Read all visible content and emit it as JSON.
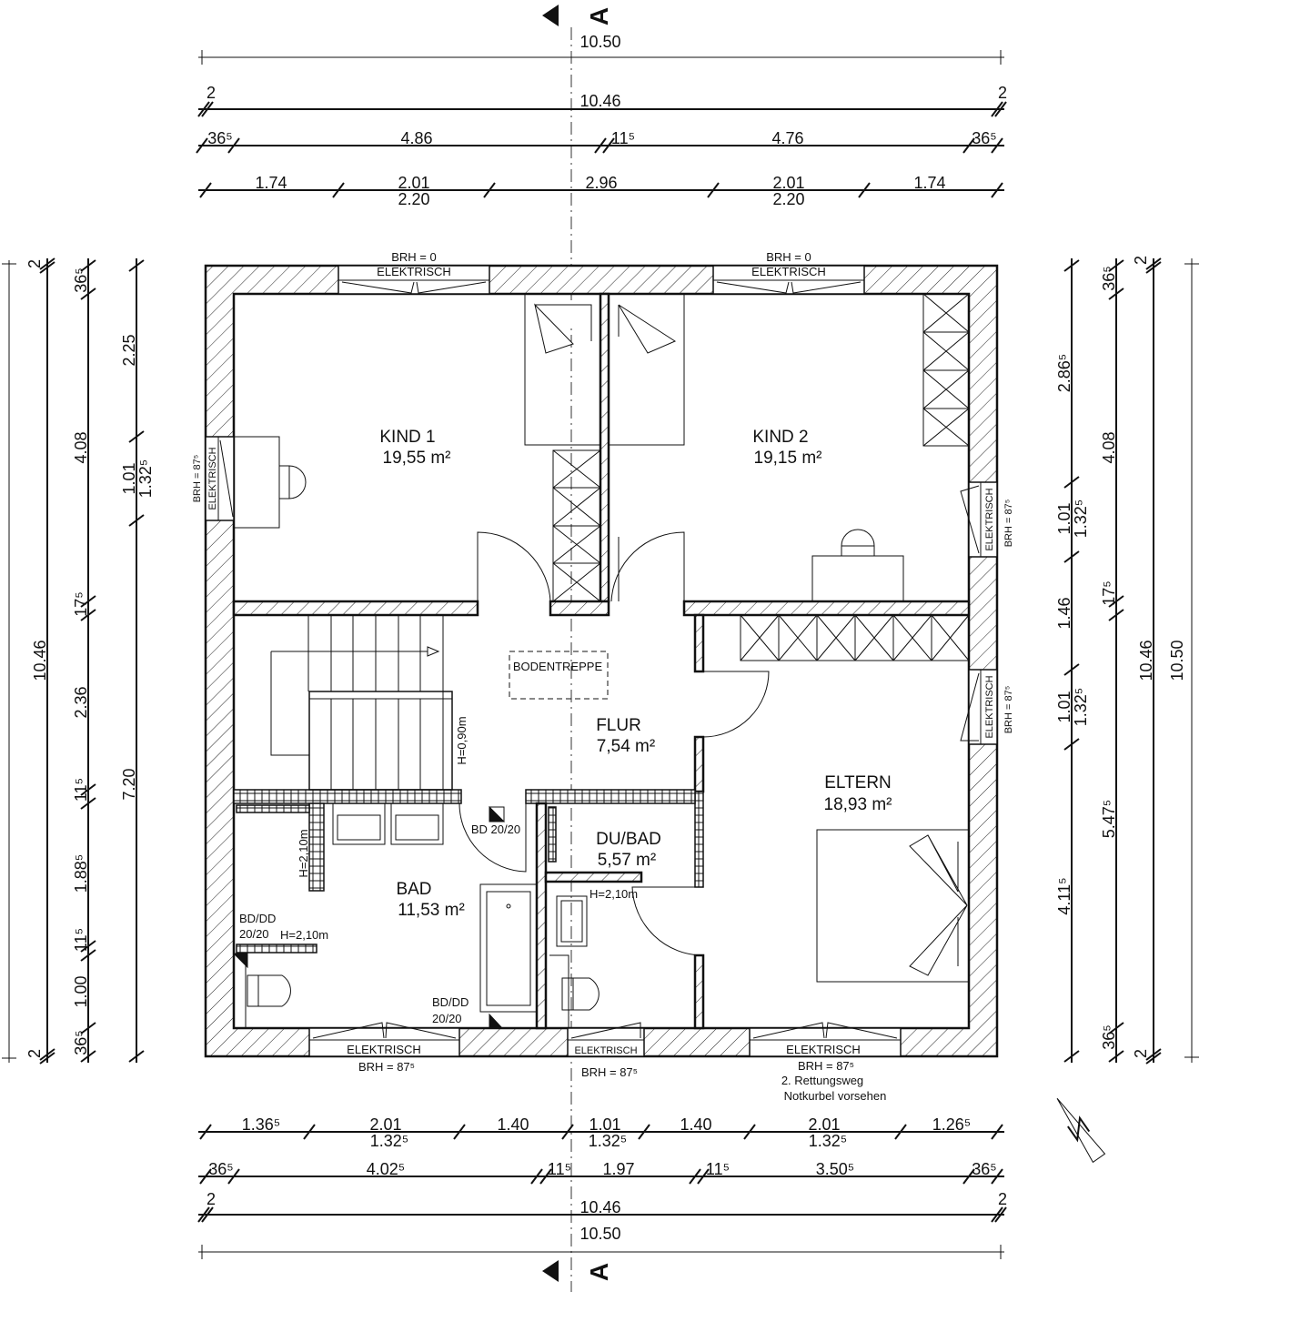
{
  "rooms": {
    "kind1": {
      "name": "KIND 1",
      "area": "19,55 m²"
    },
    "kind2": {
      "name": "KIND 2",
      "area": "19,15 m²"
    },
    "flur": {
      "name": "FLUR",
      "area": "7,54 m²"
    },
    "eltern": {
      "name": "ELTERN",
      "area": "18,93 m²"
    },
    "bad": {
      "name": "BAD",
      "area": "11,53 m²"
    },
    "du_bad": {
      "name": "DU/BAD",
      "area": "5,57 m²"
    }
  },
  "windows": {
    "top_left": {
      "brh": "BRH = 0",
      "type": "ELEKTRISCH"
    },
    "top_right": {
      "brh": "BRH = 0",
      "type": "ELEKTRISCH"
    },
    "left": {
      "brh": "BRH = 87⁵",
      "type": "ELEKTRISCH"
    },
    "right_upper": {
      "brh": "BRH = 87⁵",
      "type": "ELEKTRISCH"
    },
    "right_lower": {
      "brh": "BRH = 87⁵",
      "type": "ELEKTRISCH"
    },
    "bottom_bad": {
      "brh": "BRH = 87⁵",
      "type": "ELEKTRISCH"
    },
    "bottom_du": {
      "brh": "BRH = 87⁵",
      "type": "ELEKTRISCH"
    },
    "bottom_eltern": {
      "brh": "BRH = 87⁵",
      "type": "ELEKTRISCH",
      "note1": "2. Rettungsweg",
      "note2": "Notkurbel vorsehen"
    }
  },
  "annotations": {
    "bodentreppe": "BODENTREPPE",
    "stair_rail": "H=0,90m",
    "bd_flur": "BD 20/20",
    "bad_wall_h": "H=2,10m",
    "bad_bddd_1": "BD/DD",
    "bad_bddd_2": "20/20",
    "bad_h_low": "H=2,10m",
    "bad_bddd_b1": "BD/DD",
    "bad_bddd_b2": "20/20",
    "du_h": "H=2,10m"
  },
  "section": {
    "label": "A"
  },
  "dims": {
    "top": {
      "overall": "10.50",
      "inner_total": "10.46",
      "inner_left": "2",
      "inner_right": "2",
      "walls": [
        "36⁵",
        "4.86",
        "11⁵",
        "4.76",
        "36⁵"
      ],
      "openings": [
        "1.74",
        "2.01",
        "2.20",
        "2.96",
        "2.01",
        "2.20",
        "1.74"
      ]
    },
    "bottom": {
      "openings": [
        "1.36⁵",
        "2.01",
        "1.32⁵",
        "1.40",
        "1.01",
        "1.32⁵",
        "1.40",
        "2.01",
        "1.32⁵",
        "1.26⁵"
      ],
      "walls": [
        "36⁵",
        "4.02⁵",
        "11⁵",
        "1.97",
        "11⁵",
        "3.50⁵",
        "36⁵"
      ],
      "inner_total": "10.46",
      "inner_left": "2",
      "inner_right": "2",
      "overall": "10.50"
    },
    "left": {
      "total": "10.46",
      "end_top": "2",
      "end_bottom": "2",
      "walls": [
        "36⁵",
        "4.08",
        "17⁵",
        "2.36",
        "11⁵",
        "1.88⁵",
        "11⁵",
        "1.00",
        "36⁵"
      ],
      "openings": [
        "2.25",
        "1.01",
        "1.32⁵",
        "7.20"
      ]
    },
    "right": {
      "openings": [
        "2.86⁵",
        "1.01",
        "1.32⁵",
        "1.46",
        "1.01",
        "1.32⁵",
        "4.11⁵"
      ],
      "walls": [
        "36⁵",
        "4.08",
        "17⁵",
        "5.47⁵",
        "36⁵"
      ],
      "total": "10.46",
      "end_top": "2",
      "end_bottom": "2",
      "overall": "10.50"
    }
  }
}
